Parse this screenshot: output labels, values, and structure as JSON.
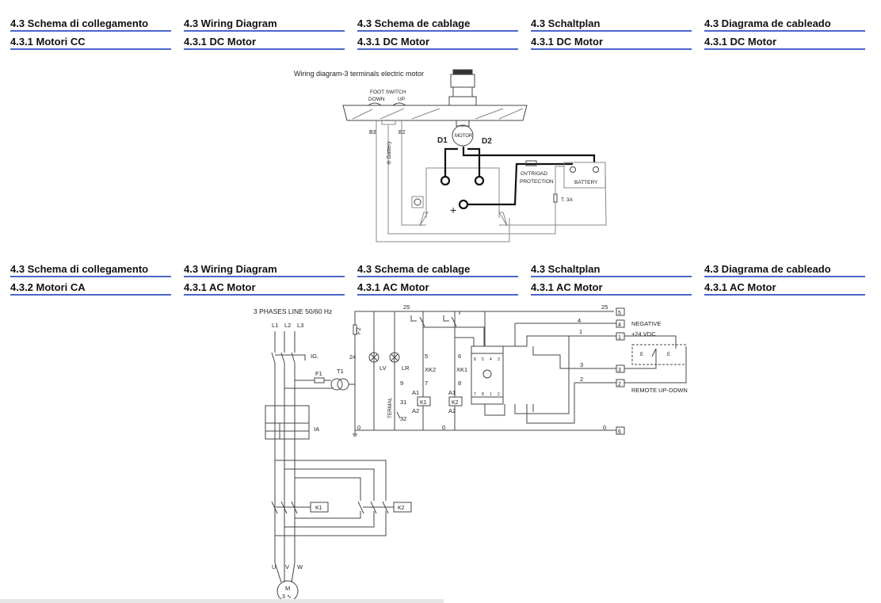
{
  "sections": [
    {
      "headings": [
        {
          "title": "4.3 Schema di collegamento",
          "subtitle": "4.3.1 Motori CC"
        },
        {
          "title": "4.3 Wiring Diagram",
          "subtitle": "4.3.1 DC Motor"
        },
        {
          "title": "4.3 Schema de cablage",
          "subtitle": "4.3.1 DC Motor"
        },
        {
          "title": "4.3 Schaltplan",
          "subtitle": "4.3.1 DC Motor"
        },
        {
          "title": "4.3 Diagrama de cableado",
          "subtitle": "4.3.1 DC Motor"
        }
      ]
    },
    {
      "headings": [
        {
          "title": "4.3 Schema di collegamento",
          "subtitle": "4.3.2 Motori CA"
        },
        {
          "title": "4.3 Wiring Diagram",
          "subtitle": "4.3.1 AC Motor"
        },
        {
          "title": "4.3 Schema de cablage",
          "subtitle": "4.3.1 AC Motor"
        },
        {
          "title": "4.3 Schaltplan",
          "subtitle": "4.3.1 AC Motor"
        },
        {
          "title": "4.3 Diagrama de cableado",
          "subtitle": "4.3.1 AC Motor"
        }
      ]
    }
  ],
  "dc_diagram": {
    "title": "Wiring diagram-3 terminals electric motor",
    "foot_switch": "FOOT  SWITCH",
    "down": "DOWN",
    "up": "UP",
    "b3": "B3",
    "b2": "B2",
    "battery_wire": "⊖ Battery",
    "motor": "MOTOR",
    "d1": "D1",
    "d2": "D2",
    "overload_1": "OVTRIOAD",
    "overload_2": "PROTECTION",
    "battery": "BATTERY",
    "fuse": "T.  3A",
    "plus": "+"
  },
  "ac_diagram": {
    "title": "3  PHASES  LINE  50/60  Hz",
    "l1": "L1",
    "l2": "L2",
    "l3": "L3",
    "ig": "IG.",
    "f1": "F1",
    "f2": "F2",
    "t1": "T1",
    "n24": "24",
    "n25": "25",
    "n0": "0",
    "lv": "LV",
    "lr": "LR",
    "n5": "5",
    "n6": "6",
    "n7": "7",
    "n8": "8",
    "n9": "9",
    "n31": "31",
    "n32": "32",
    "xk2": "XK2",
    "xk1": "XK1",
    "termal": "TERMAL",
    "a1": "A1",
    "a2": "A2",
    "k1": "K1",
    "k2": "K2",
    "ia": "IA",
    "terminals": [
      "5",
      "4",
      "1",
      "3",
      "2",
      "6"
    ],
    "wire_4": "4",
    "wire_1": "1",
    "wire_3": "3",
    "wire_2": "2",
    "module_top": [
      "8",
      "5",
      "4",
      "3"
    ],
    "module_bottom": [
      "7",
      "8",
      "1",
      "2"
    ],
    "negative": "NEGATIVE",
    "vdc": "+24  VDC",
    "remote": "REMOTE  UP-DOWN",
    "e": "E",
    "u": "U",
    "v": "V",
    "w": "W",
    "motor_m": "M",
    "motor_3": "3 ∿"
  }
}
